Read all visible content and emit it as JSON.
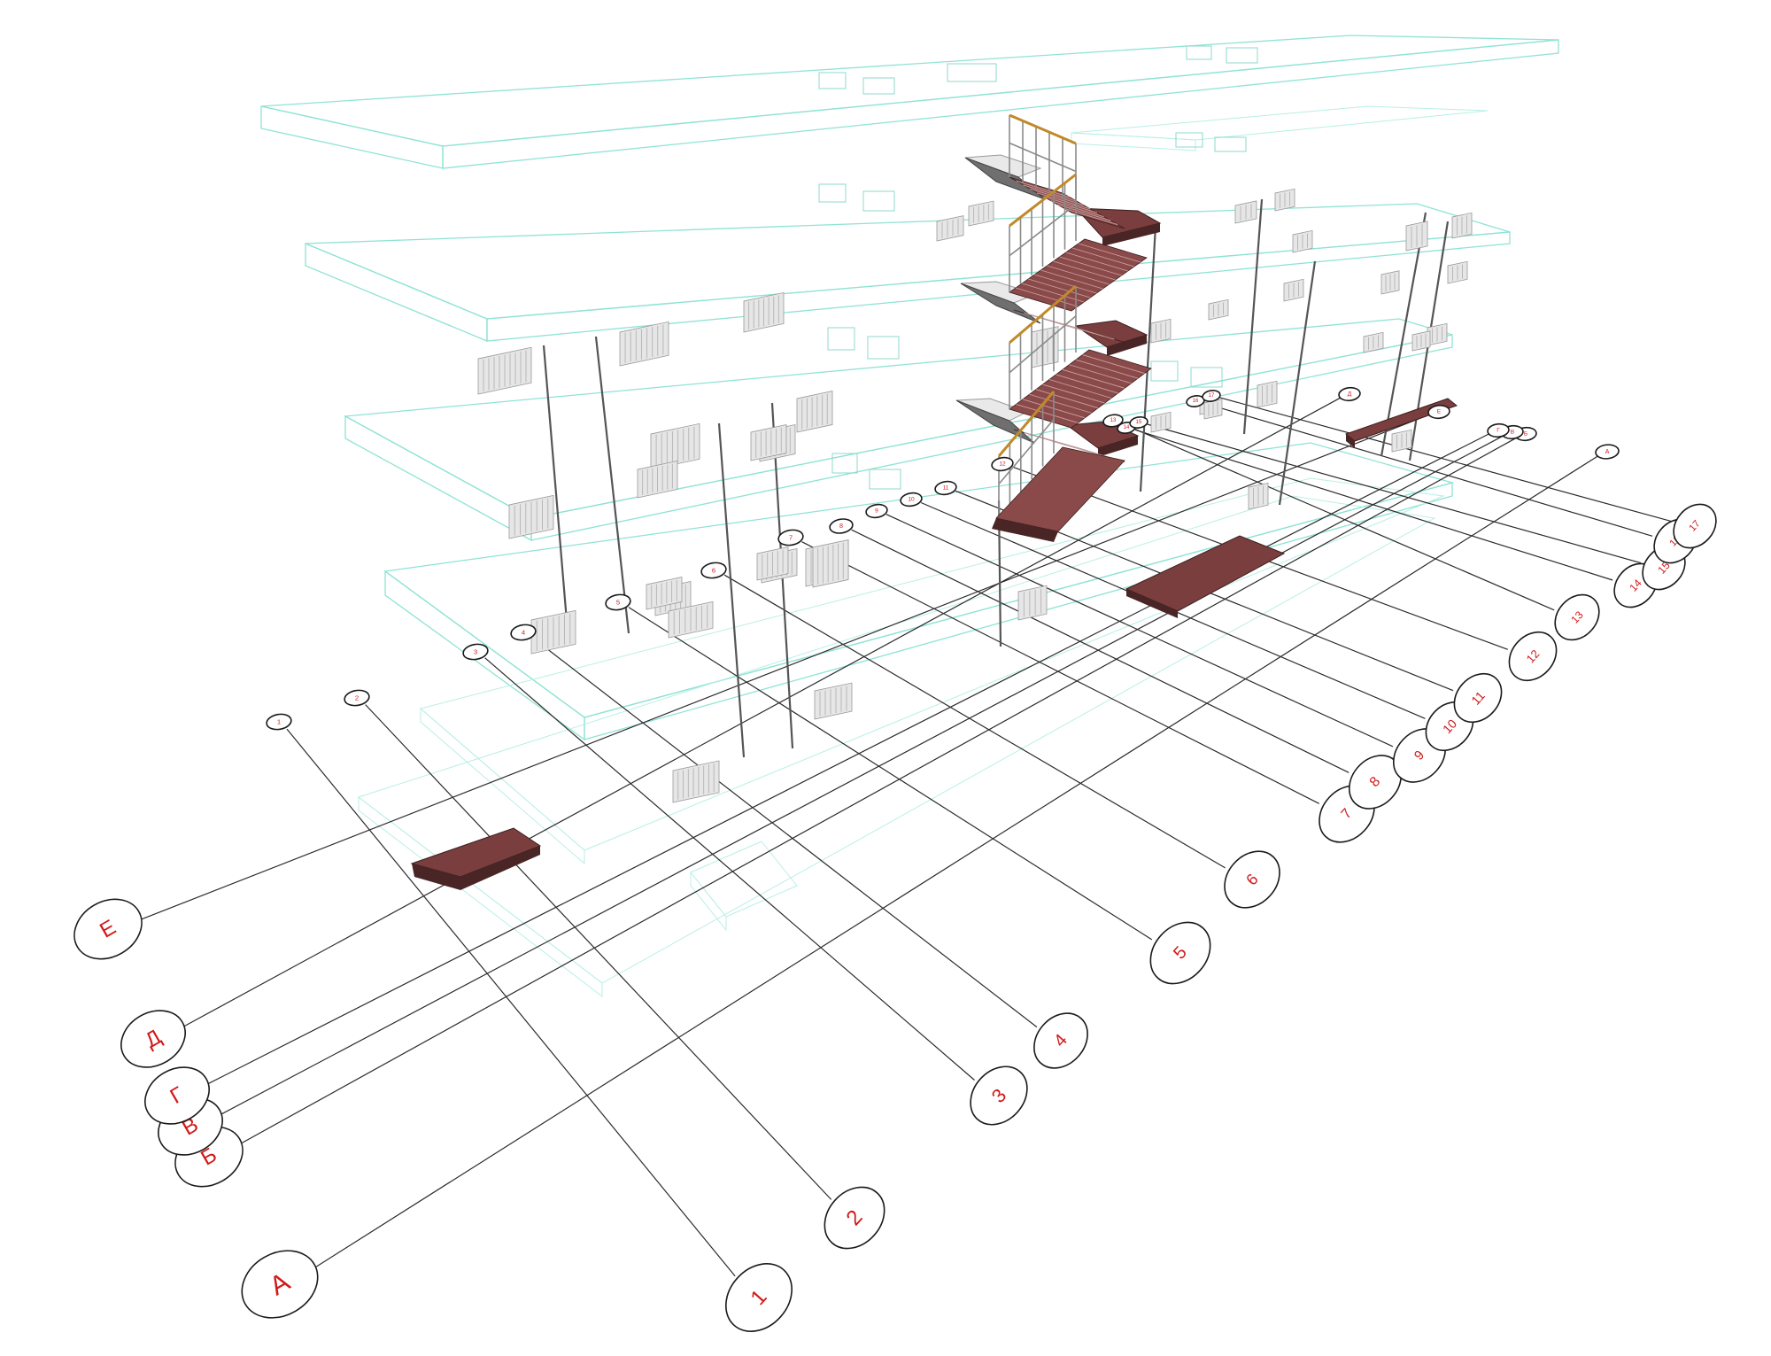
{
  "axes_numbers": [
    "1",
    "2",
    "3",
    "4",
    "5",
    "6",
    "7",
    "8",
    "9",
    "10",
    "11",
    "12",
    "13",
    "14",
    "15",
    "16",
    "17"
  ],
  "axes_letters": [
    "А",
    "Б",
    "В",
    "Г",
    "Д",
    "Е"
  ],
  "colors": {
    "slab_outline": "#8fe3d4",
    "axis_label": "#d11919",
    "stair_finish": "#7a3e3e",
    "handrail": "#c08a2a",
    "radiator": "#e6e6e6"
  },
  "elements": {
    "floors": 4,
    "staircase": "three-flight stair with landings and handrails",
    "radiators": "wall-mounted panel radiators on each level"
  }
}
